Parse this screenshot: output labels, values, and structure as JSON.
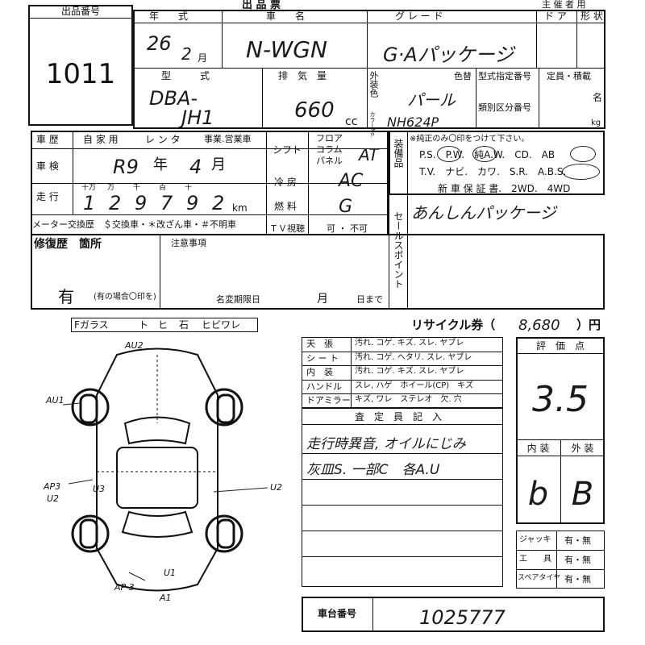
{
  "header": {
    "title_partial": "出 品 票",
    "top_right": "主 催 者 用"
  },
  "lot": {
    "label": "出品番号",
    "number": "1011"
  },
  "labels": {
    "year_model": "年　　式",
    "car_name": "車　　名",
    "grade": "グ レ ー ド",
    "door": "ド ア",
    "body_shape": "形 状",
    "model_type": "型　　　式",
    "displacement": "排　気　量",
    "ext_color": "外装色",
    "color_no": "カラーNo.",
    "color_label": "色替",
    "type_designation": "型式指定番号",
    "class_number": "類別区分番号",
    "capacity": "定員・積載",
    "unit_people": "名",
    "unit_kg": "kg",
    "unit_cc": "cc",
    "history": "車 歴",
    "private": "自 家 用",
    "rental": "レ ン タ",
    "business": "事業.営業車",
    "inspection": "車 検",
    "year": "年",
    "month": "月",
    "mileage": "走 行",
    "digits": [
      "十万",
      "万",
      "千",
      "百",
      "十",
      ""
    ],
    "km": "km",
    "meter_change": "メーター交換歴",
    "meter_notes": "＄交換車・＊改ざん車・＃不明車",
    "shift": "シフト",
    "shift_opts": [
      "フロア",
      "コラム",
      "パネル"
    ],
    "aircon": "冷 房",
    "fuel": "燃 料",
    "tv": "ＴＶ視聴",
    "tv_opts": "可 ・ 不可",
    "equipment": "装備品",
    "eq_note": "※純正のみ〇印をつけて下さい。",
    "eq_row1": "P.S.　P.W.　純A.W.　CD.　AB",
    "eq_row2": "T.V.　ナビ.　カワ.　S.R.　A.B.S.",
    "eq_row3": "新 車 保 証 書.　2WD.　4WD",
    "sales_point": "セールスポイント",
    "repair": "修復歴　箇所",
    "repair_note": "(有の場合〇印を)",
    "notes": "注意事項",
    "deadline": "名変期限日",
    "deadline_m": "月",
    "deadline_d": "日まで",
    "glass": "Fガラス",
    "glass_opts": [
      "ト",
      "ヒ",
      "石",
      "ヒビワレ"
    ],
    "recycle": "リサイクル券（",
    "recycle_unit": "）円",
    "score": "評　価　点",
    "interior": "内 装",
    "exterior": "外 装",
    "inspector": "査　定　員　記　入",
    "jack": "ジャッキ",
    "tools": "工　　具",
    "spare": "スペアタイヤ",
    "yes_no": "有・無",
    "chassis": "車台番号"
  },
  "interior_table": [
    {
      "label": "天　張",
      "opts": "汚れ. コゲ. キズ. スレ. ヤブレ"
    },
    {
      "label": "シ ー ト",
      "opts": "汚れ. コゲ. ヘタリ. スレ. ヤブレ"
    },
    {
      "label": "内　装",
      "opts": "汚れ. コゲ. キズ. スレ. ヤブレ"
    },
    {
      "label": "ハンドル",
      "opts": "スレ, ハゲ　ホイール(CP)　キズ"
    },
    {
      "label": "ドアミラー",
      "opts": "キズ, ワレ　ステレオ　欠. 穴"
    }
  ],
  "values": {
    "year": "26",
    "month": "2",
    "car_name": "N-WGN",
    "grade": "G·Aパッケージ",
    "model1": "DBA-",
    "model2": "JH1",
    "displacement": "660",
    "color": "パール",
    "color_code": "NH624P",
    "inspection_year": "R9",
    "inspection_month": "4",
    "mileage": [
      "1",
      "2",
      "9",
      "7",
      "9",
      "2"
    ],
    "shift": "AT",
    "aircon": "AC",
    "fuel": "G",
    "sales_point": "あんしんパッケージ",
    "repair": "有",
    "recycle_amount": "8,680",
    "score": "3.5",
    "interior_grade": "b",
    "exterior_grade": "B",
    "inspector_line1": "走行時異音, オイルにじみ",
    "inspector_line2": "灰皿S. 一部C　各A.U",
    "chassis": "1025777"
  },
  "damage_marks": {
    "front": "AU2",
    "left_front": "AU1",
    "left_rear1": "AP3",
    "left_rear2": "U2",
    "rear_inner": "U3",
    "right_rear": "U2",
    "rear_center": "U1",
    "rear_left": "AP 3",
    "rear_bottom": "A1"
  }
}
